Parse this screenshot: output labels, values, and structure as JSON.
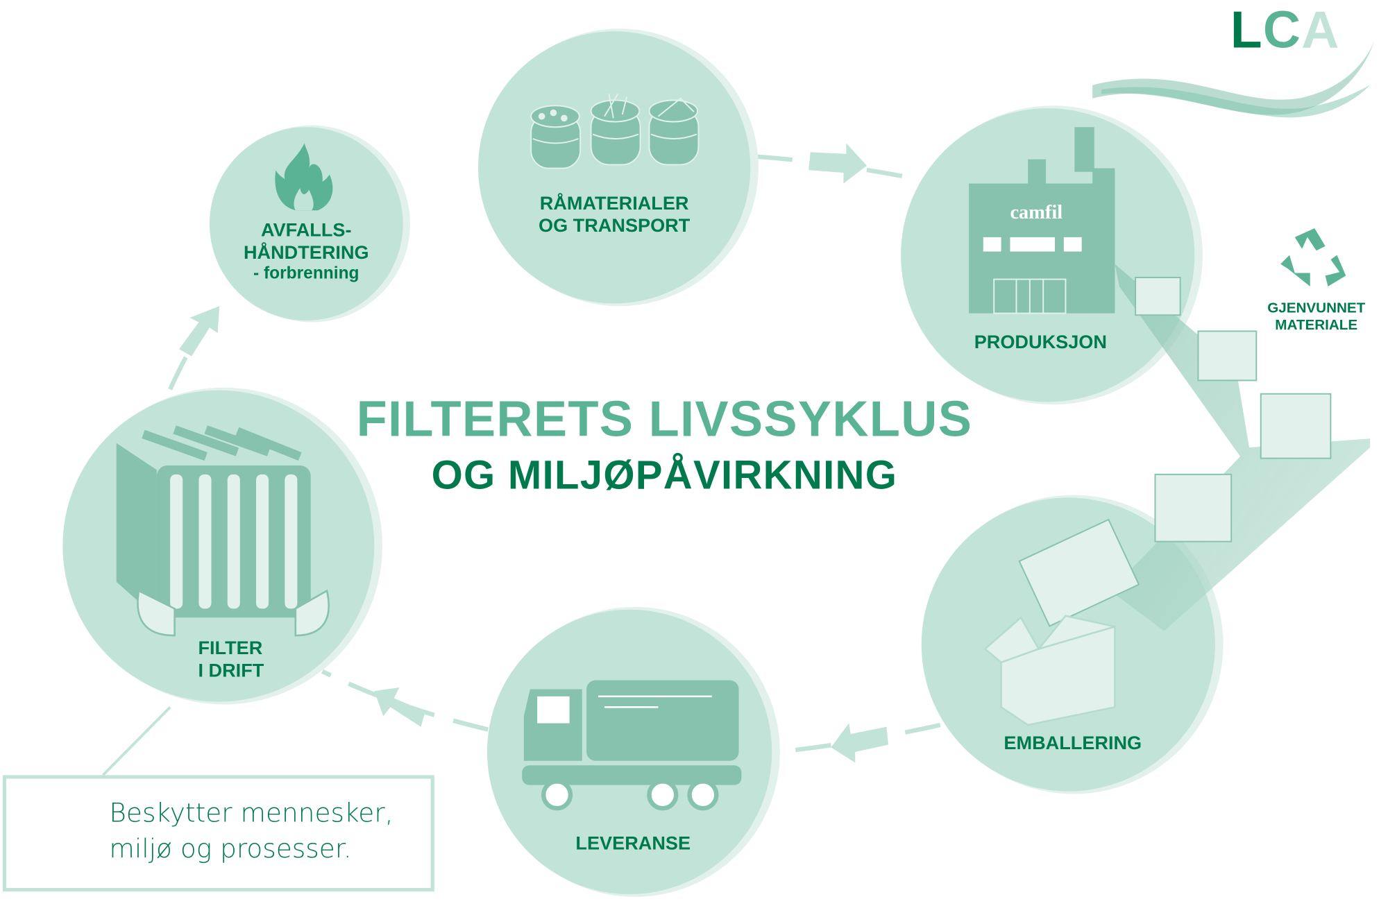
{
  "title": {
    "line1": "FILTERETS LIVSSYKLUS",
    "line2": "OG MILJØPÅVIRKNING"
  },
  "logo": {
    "l": "L",
    "c": "C",
    "a": "A"
  },
  "stages": {
    "waste": {
      "line1": "AVFALLS-",
      "line2": "HÅNDTERING",
      "line3": "- forbrenning"
    },
    "raw": {
      "line1": "RÅMATERIALER",
      "line2": "OG TRANSPORT"
    },
    "production": {
      "label": "PRODUKSJON",
      "brand": "camfil"
    },
    "packaging": {
      "label": "EMBALLERING"
    },
    "delivery": {
      "label": "LEVERANSE"
    },
    "in_use": {
      "line1": "FILTER",
      "line2": "I DRIFT"
    }
  },
  "recycled": {
    "line1": "GJENVUNNET",
    "line2": "MATERIALE"
  },
  "callout": {
    "line1": "Beskytter mennesker,",
    "line2": "miljø og prosesser."
  },
  "colors": {
    "light": "#c2e3d8",
    "mid": "#86c2ae",
    "accent": "#5bb396",
    "dark": "#007a4d"
  }
}
